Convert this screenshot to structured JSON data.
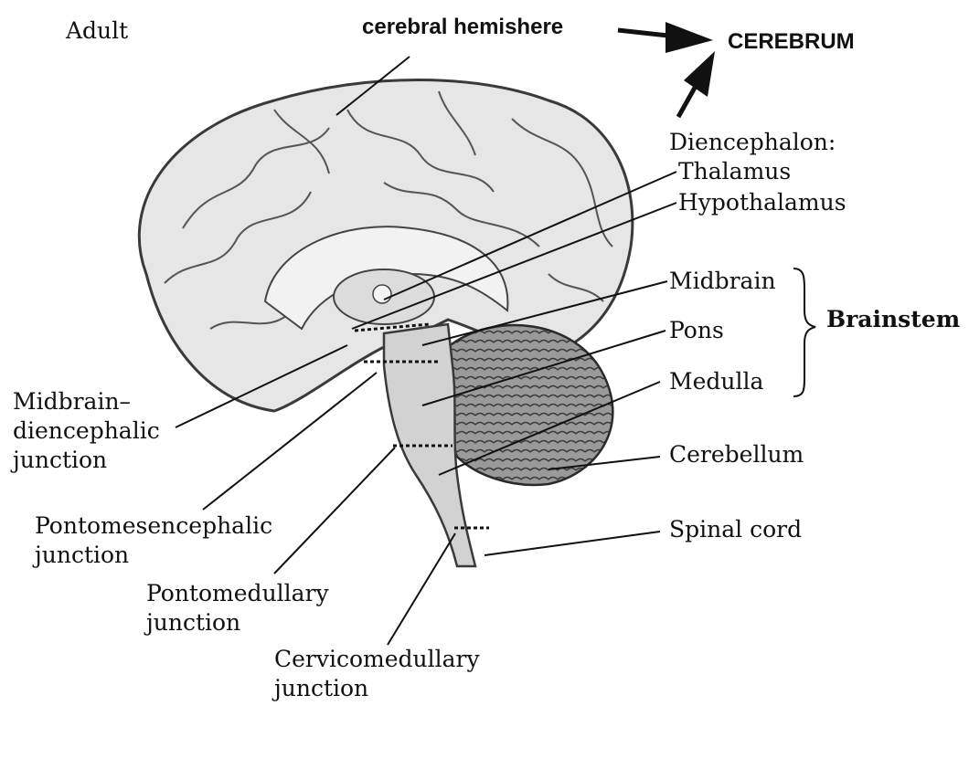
{
  "labels": {
    "adult": "Adult",
    "cerebral_hemisphere": "cerebral hemishere",
    "cerebrum": "CEREBRUM",
    "diencephalon_header": "Diencephalon:",
    "thalamus": "Thalamus",
    "hypothalamus": "Hypothalamus",
    "midbrain": "Midbrain",
    "pons": "Pons",
    "medulla": "Medulla",
    "brainstem": "Brainstem",
    "cerebellum": "Cerebellum",
    "spinal_cord": "Spinal cord",
    "md_junction_line1": "Midbrain–",
    "md_junction_line2": "diencephalic",
    "md_junction_line3": "junction",
    "pm_junction_line1": "Pontomesencephalic",
    "pm_junction_line2": "junction",
    "pmd_junction_line1": "Pontomedullary",
    "pmd_junction_line2": "junction",
    "cm_junction_line1": "Cervicomedullary",
    "cm_junction_line2": "junction"
  },
  "colors": {
    "line": "#111111",
    "cortex_fill": "#e6e6e6",
    "cortex_stroke": "#3a3a3a",
    "cerebellum_fill": "#8a8a8a",
    "brainstem_fill": "#d2d2d2"
  }
}
